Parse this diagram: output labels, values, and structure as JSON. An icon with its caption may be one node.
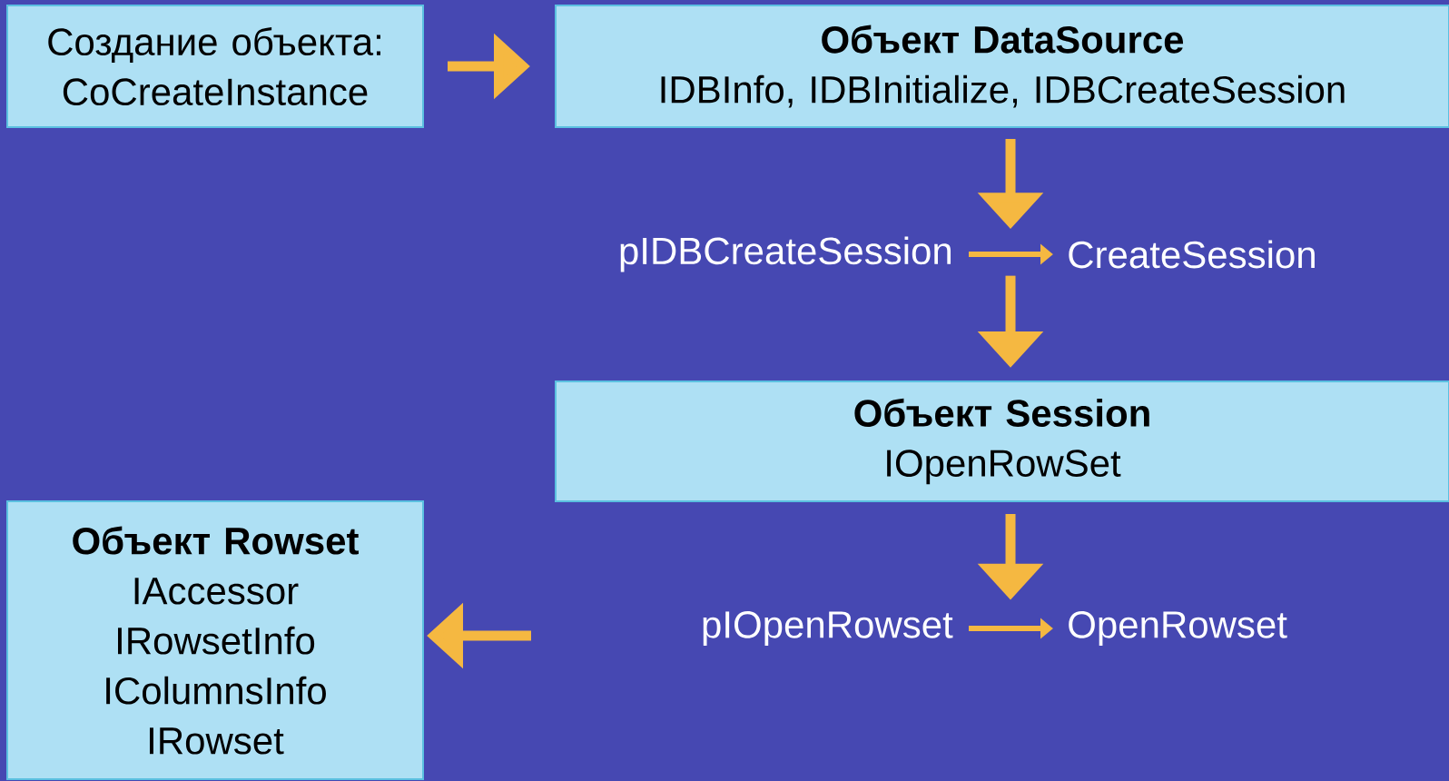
{
  "diagram": {
    "nodes": [
      {
        "text": [
          "Создание объекта: CoCreateInstance"
        ]
      },
      {
        "text": [
          "Объект DataSource",
          "IDBInfo, IDBInitialize, IDBCreateSession"
        ]
      },
      {
        "text": [
          "pIDBCreateSession"
        ]
      },
      {
        "text": [
          "CreateSession"
        ]
      },
      {
        "text": [
          "Объект Session",
          "IOpenRowSet"
        ]
      },
      {
        "text": [
          "pIOpenRowset"
        ]
      },
      {
        "text": [
          "OpenRowset"
        ]
      },
      {
        "text": [
          "Объект Rowset",
          "IAccessor IRowsetInfo IColumnsInfo IRowset"
        ]
      }
    ],
    "edges": [
      {
        "from": 0,
        "to": 1,
        "arrow": "to"
      },
      {
        "from": 1,
        "to": 2,
        "arrow": "to"
      },
      {
        "from": 2,
        "to": 3,
        "arrow": "to"
      },
      {
        "from": 3,
        "to": 4,
        "arrow": "to"
      },
      {
        "from": 4,
        "to": 5,
        "arrow": "to"
      },
      {
        "from": 5,
        "to": 6,
        "arrow": "to"
      },
      {
        "from": null,
        "to": 7,
        "arrow": "to"
      }
    ]
  }
}
